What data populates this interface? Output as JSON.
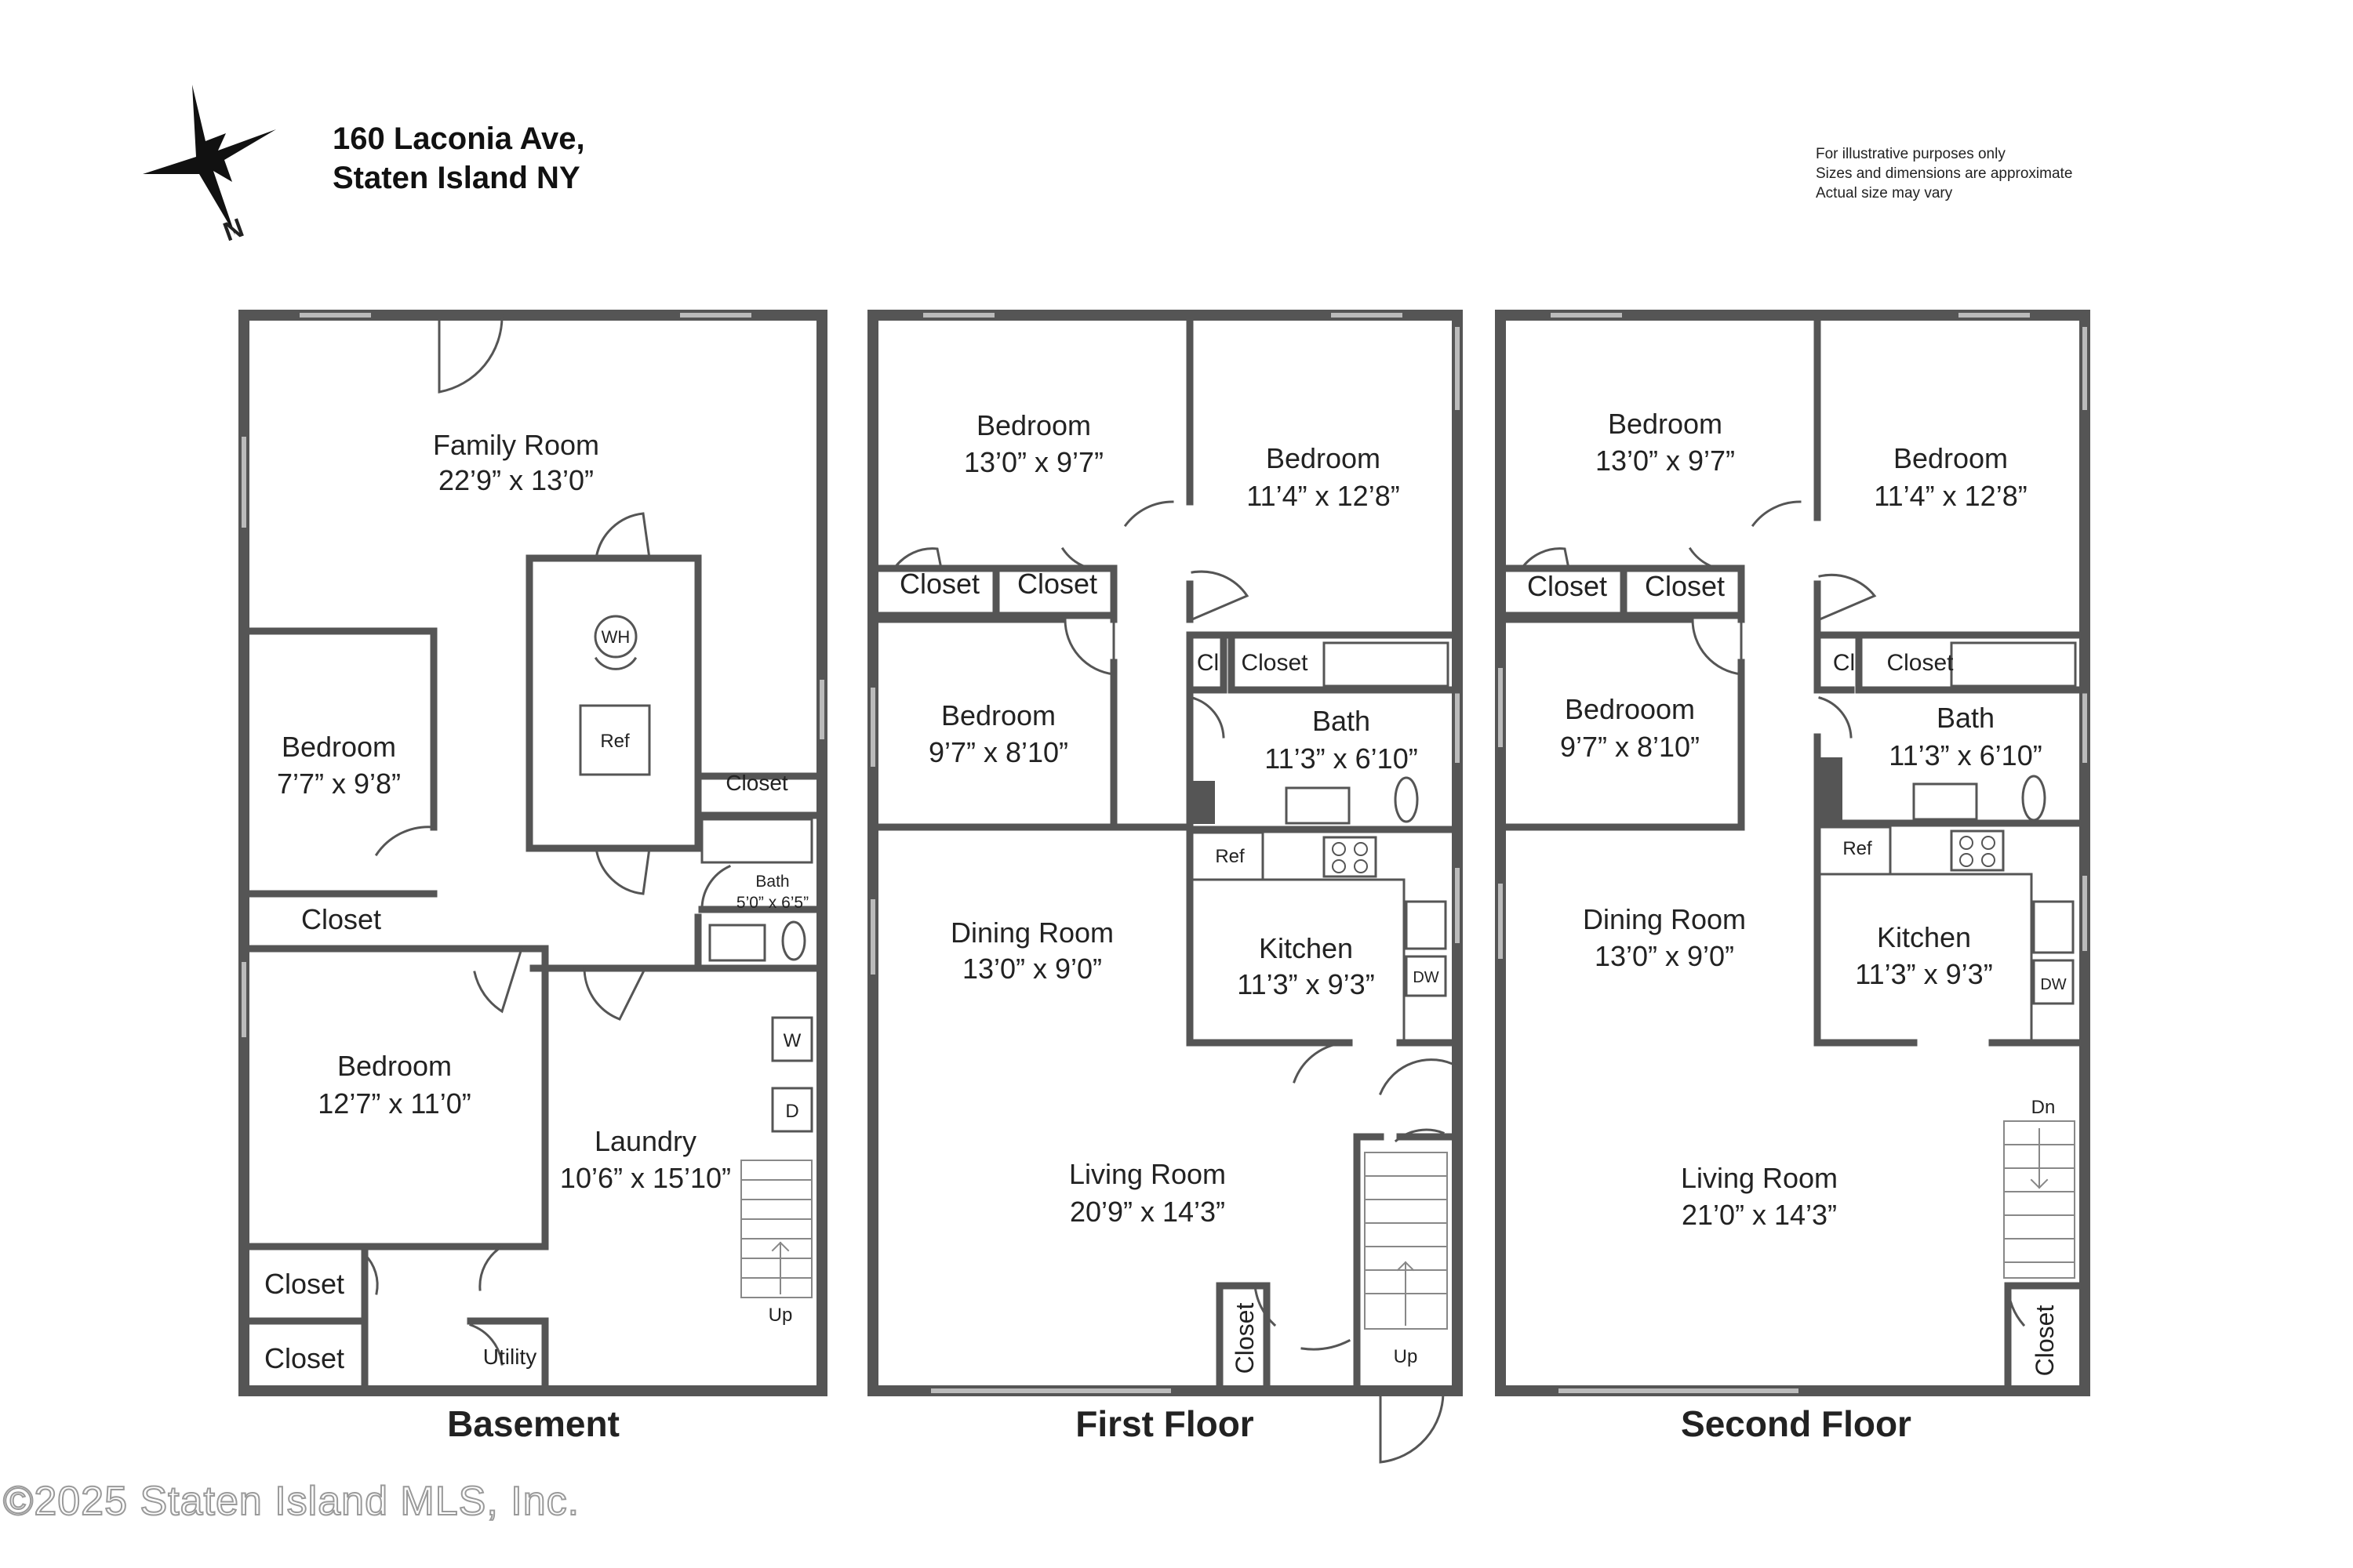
{
  "header": {
    "address_line1": "160 Laconia Ave,",
    "address_line2": "Staten Island NY",
    "compass_label": "N",
    "disclaimer": [
      "For illustrative purposes only",
      "Sizes and dimensions are approximate",
      "Actual size may vary"
    ]
  },
  "floors": {
    "basement": {
      "title": "Basement",
      "family_room": {
        "name": "Family Room",
        "size": "22’9” x 13’0”"
      },
      "bedroom_a": {
        "name": "Bedroom",
        "size": "7’7” x 9’8”"
      },
      "bedroom_b": {
        "name": "Bedroom",
        "size": "12’7” x 11’0”"
      },
      "laundry": {
        "name": "Laundry",
        "size": "10’6” x 15’10”"
      },
      "bath": {
        "name": "Bath",
        "size": "5’0” x 6’5”"
      },
      "closet": "Closet",
      "utility": "Utility",
      "water_heater": "WH",
      "ref": "Ref",
      "washer": "W",
      "dryer": "D",
      "stairs": "Up"
    },
    "first": {
      "title": "First Floor",
      "bedroom_a": {
        "name": "Bedroom",
        "size": "13’0” x 9’7”"
      },
      "bedroom_b": {
        "name": "Bedroom",
        "size": "11’4” x 12’8”"
      },
      "bedroom_c": {
        "name": "Bedroom",
        "size": "9’7” x 8’10”"
      },
      "bath": {
        "name": "Bath",
        "size": "11’3” x 6’10”"
      },
      "dining": {
        "name": "Dining Room",
        "size": "13’0” x 9’0”"
      },
      "kitchen": {
        "name": "Kitchen",
        "size": "11’3” x 9’3”"
      },
      "living": {
        "name": "Living Room",
        "size": "20’9” x 14’3”"
      },
      "closet": "Closet",
      "cl": "Cl",
      "ref": "Ref",
      "dw": "DW",
      "stairs": "Up"
    },
    "second": {
      "title": "Second Floor",
      "bedroom_a": {
        "name": "Bedroom",
        "size": "13’0” x 9’7”"
      },
      "bedroom_b": {
        "name": "Bedroom",
        "size": "11’4” x 12’8”"
      },
      "bedroom_c": {
        "name": "Bedrooom",
        "size": "9’7” x 8’10”"
      },
      "bath": {
        "name": "Bath",
        "size": "11’3” x 6’10”"
      },
      "dining": {
        "name": "Dining Room",
        "size": "13’0” x 9’0”"
      },
      "kitchen": {
        "name": "Kitchen",
        "size": "11’3” x 9’3”"
      },
      "living": {
        "name": "Living Room",
        "size": "21’0” x 14’3”"
      },
      "closet": "Closet",
      "cl": "Cl",
      "ref": "Ref",
      "dw": "DW",
      "stairs": "Dn"
    }
  },
  "watermark": "©2025 Staten Island MLS, Inc.",
  "colors": {
    "wall": "#555555",
    "fixture": "#777777",
    "window": "#bbbbbb"
  }
}
